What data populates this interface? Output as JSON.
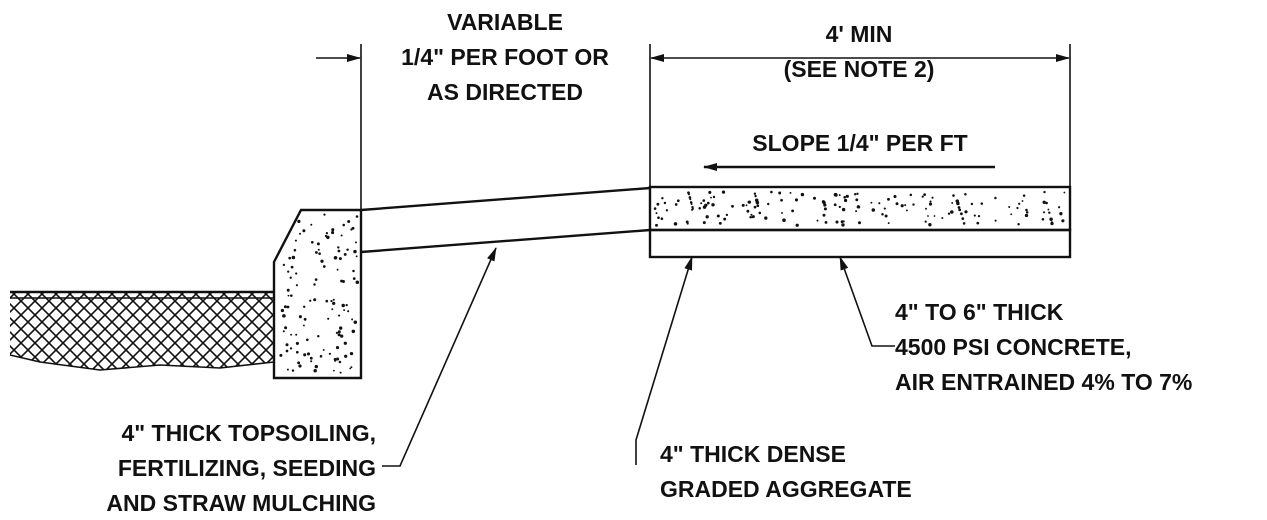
{
  "labels": {
    "variable_1": "VARIABLE",
    "variable_2": "1/4\" PER FOOT OR",
    "variable_3": "AS DIRECTED",
    "min_1": "4' MIN",
    "min_2": "(SEE NOTE 2)",
    "slope": "SLOPE 1/4\" PER FT",
    "concrete_1": "4\" TO 6\" THICK",
    "concrete_2": "4500 PSI CONCRETE,",
    "concrete_3": "AIR ENTRAINED 4% TO 7%",
    "aggregate_1": "4\" THICK DENSE",
    "aggregate_2": "GRADED AGGREGATE",
    "topsoil_1": "4\" THICK TOPSOILING,",
    "topsoil_2": "FERTILIZING, SEEDING",
    "topsoil_3": "AND STRAW MULCHING"
  },
  "colors": {
    "ink": "#111111",
    "background": "#ffffff"
  }
}
